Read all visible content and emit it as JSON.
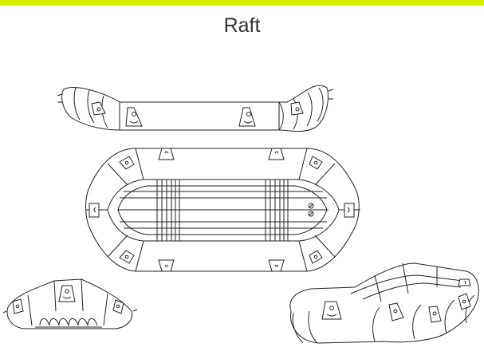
{
  "title": "Raft",
  "colors": {
    "accent_bar": "#d7f000",
    "line": "#222222",
    "background": "#ffffff"
  },
  "views": [
    "side-view",
    "top-view",
    "front-view",
    "perspective-view"
  ]
}
